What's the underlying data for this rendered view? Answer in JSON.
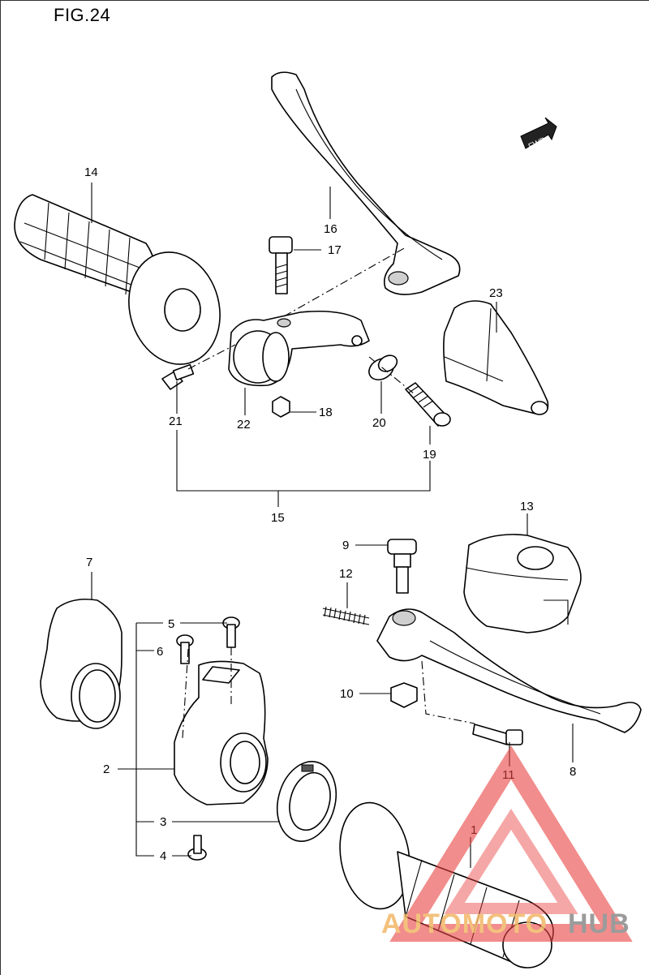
{
  "figure": {
    "title": "FIG.24"
  },
  "fwd_badge": {
    "label": "FWD"
  },
  "callouts": [
    "1",
    "2",
    "3",
    "4",
    "5",
    "6",
    "7",
    "8",
    "9",
    "10",
    "11",
    "12",
    "13",
    "14",
    "15",
    "16",
    "17",
    "18",
    "19",
    "20",
    "21",
    "22",
    "23"
  ],
  "watermark": {
    "text_left": "AUTOMOTO",
    "text_right": "HUB"
  },
  "colors": {
    "line": "#000000",
    "watermark_red": "#e8423f",
    "watermark_orange": "#f2b766",
    "watermark_gray": "#8a8a8a"
  }
}
